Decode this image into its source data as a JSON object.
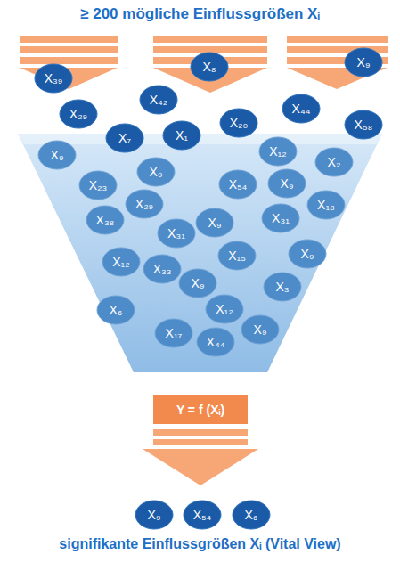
{
  "diagram": {
    "title": "≥ 200 mögliche Einflussgrößen Xᵢ",
    "caption": "signifikante Einflussgrößen Xᵢ (Vital View)",
    "nodes": [
      {
        "text": [
          "X₃₉"
        ]
      },
      {
        "text": [
          "X₈"
        ]
      },
      {
        "text": [
          "X₉"
        ]
      },
      {
        "text": [
          "X₄₂"
        ]
      },
      {
        "text": [
          "X₄₄"
        ]
      },
      {
        "text": [
          "X₂₉"
        ]
      },
      {
        "text": [
          "X₂₀"
        ]
      },
      {
        "text": [
          "X₅₈"
        ]
      },
      {
        "text": [
          "X₇"
        ]
      },
      {
        "text": [
          "X₁"
        ]
      },
      {
        "text": [
          "X₉"
        ]
      },
      {
        "text": [
          "X₁₂"
        ]
      },
      {
        "text": [
          "X₂"
        ]
      },
      {
        "text": [
          "X₉"
        ]
      },
      {
        "text": [
          "X₂₃"
        ]
      },
      {
        "text": [
          "X₅₄"
        ]
      },
      {
        "text": [
          "X₉"
        ]
      },
      {
        "text": [
          "X₂₉"
        ]
      },
      {
        "text": [
          "X₁₈"
        ]
      },
      {
        "text": [
          "X₃₁"
        ]
      },
      {
        "text": [
          "X₃₈"
        ]
      },
      {
        "text": [
          "X₉"
        ]
      },
      {
        "text": [
          "X₃₁"
        ]
      },
      {
        "text": [
          "X₁₅"
        ]
      },
      {
        "text": [
          "X₉"
        ]
      },
      {
        "text": [
          "X₁₂"
        ]
      },
      {
        "text": [
          "X₃₃"
        ]
      },
      {
        "text": [
          "X₉"
        ]
      },
      {
        "text": [
          "X₃"
        ]
      },
      {
        "text": [
          "X₁₂"
        ]
      },
      {
        "text": [
          "X₆"
        ]
      },
      {
        "text": [
          "X₉"
        ]
      },
      {
        "text": [
          "X₁₇"
        ]
      },
      {
        "text": [
          "X₄₄"
        ]
      },
      {
        "text": [
          "Y = f (Xᵢ)"
        ]
      },
      {
        "text": [
          "X₉"
        ]
      },
      {
        "text": [
          "X₅₄"
        ]
      },
      {
        "text": [
          "X₆"
        ]
      }
    ]
  }
}
